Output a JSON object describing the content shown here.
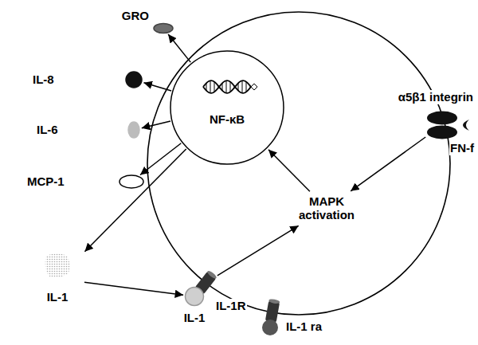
{
  "diagram": {
    "nodes": [
      {
        "text": [
          "NF-κB"
        ]
      },
      {
        "text": [
          "GRO"
        ]
      },
      {
        "text": [
          "IL-8"
        ]
      },
      {
        "text": [
          "IL-6"
        ]
      },
      {
        "text": [
          "MCP-1"
        ]
      },
      {
        "text": [
          "IL-1"
        ]
      },
      {
        "text": [
          "MAPK activation"
        ]
      },
      {
        "text": [
          "α5β1 integrin"
        ]
      },
      {
        "text": [
          "FN-f"
        ]
      },
      {
        "text": [
          "IL-1R"
        ]
      },
      {
        "text": [
          "IL-1"
        ]
      },
      {
        "text": [
          "IL-1 ra"
        ]
      }
    ],
    "edges": [
      {
        "from": 0,
        "to": 1,
        "arrow": "to"
      },
      {
        "from": 0,
        "to": 2,
        "arrow": "to"
      },
      {
        "from": 0,
        "to": 3,
        "arrow": "to"
      },
      {
        "from": 0,
        "to": 4,
        "arrow": "to"
      },
      {
        "from": 0,
        "to": 5,
        "arrow": "to"
      },
      {
        "from": 5,
        "to": 10,
        "arrow": "to"
      },
      {
        "from": 9,
        "to": 6,
        "arrow": "to"
      },
      {
        "from": 7,
        "to": 6,
        "arrow": "to"
      },
      {
        "from": 6,
        "to": 0,
        "arrow": "to"
      }
    ]
  }
}
